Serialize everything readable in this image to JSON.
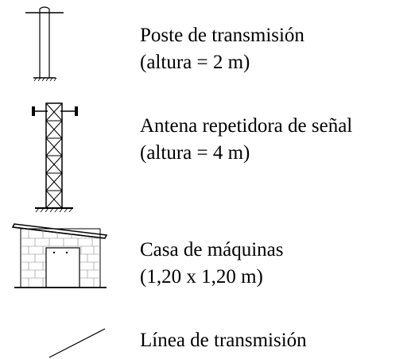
{
  "legend": {
    "items": [
      {
        "icon": "transmission-pole-icon",
        "name": "Poste de transmisión",
        "detail": "(altura = 2 m)"
      },
      {
        "icon": "signal-repeater-antenna-icon",
        "name": "Antena repetidora de señal",
        "detail": "(altura = 4 m)"
      },
      {
        "icon": "machine-house-icon",
        "name": "Casa de máquinas",
        "detail": "(1,20 x 1,20 m)"
      },
      {
        "icon": "transmission-line-icon",
        "name": "Línea de transmisión",
        "detail": ""
      }
    ]
  }
}
